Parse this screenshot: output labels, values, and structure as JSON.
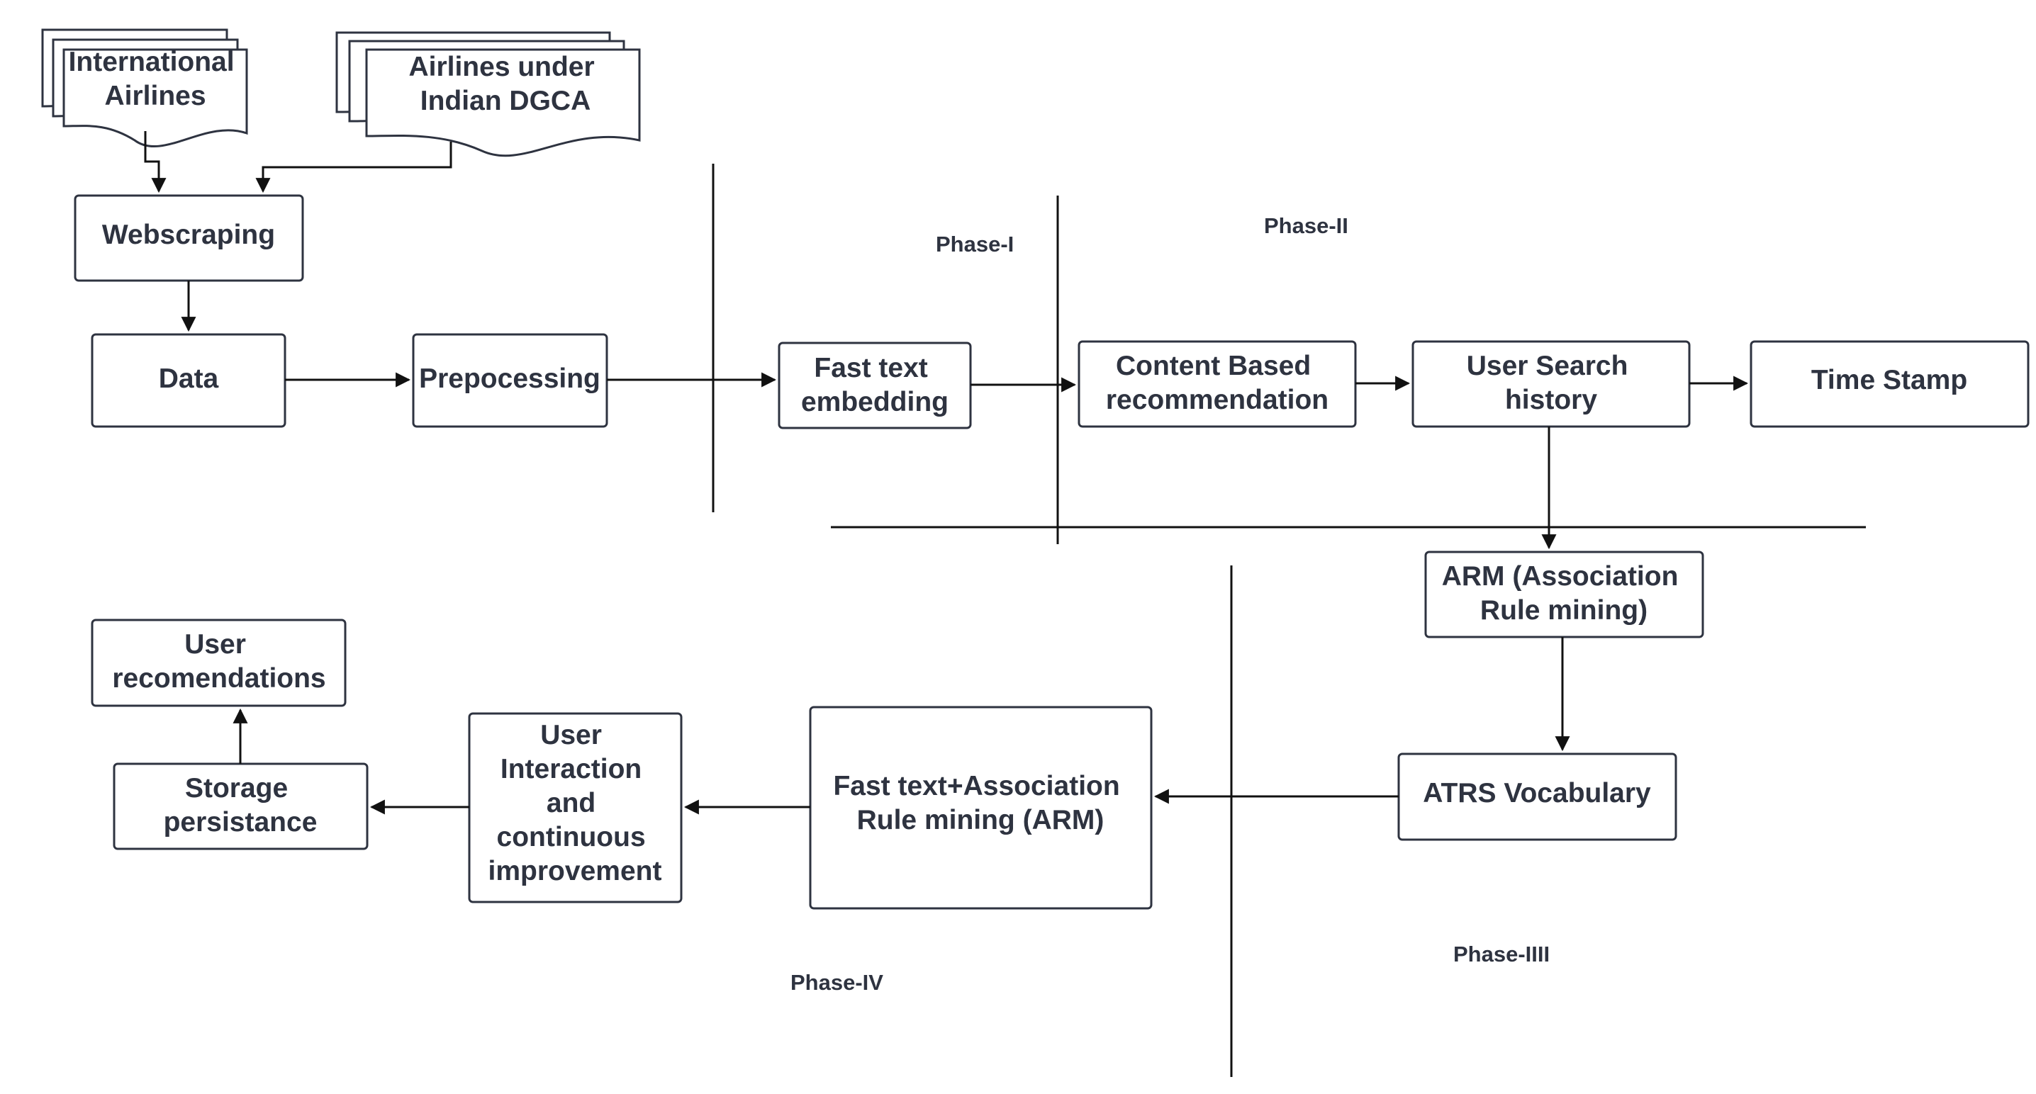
{
  "nodes": {
    "international_airlines": [
      "International",
      "Airlines"
    ],
    "airlines_dgca": [
      "Airlines under",
      "Indian DGCA"
    ],
    "webscraping": [
      "Webscraping"
    ],
    "data": [
      "Data"
    ],
    "preprocessing": [
      "Prepocessing"
    ],
    "fasttext_embedding": [
      "Fast text",
      "embedding"
    ],
    "content_based": [
      "Content Based",
      "recommendation"
    ],
    "user_search_history": [
      "User Search",
      "history"
    ],
    "time_stamp": [
      "Time Stamp"
    ],
    "arm": [
      "ARM (Association",
      "Rule mining)"
    ],
    "atrs_vocabulary": [
      "ATRS Vocabulary"
    ],
    "fasttext_arm": [
      "Fast text+Association",
      "Rule mining (ARM)"
    ],
    "user_interaction": [
      "User",
      "Interaction",
      "and",
      "continuous",
      "improvement"
    ],
    "storage_persistence": [
      "Storage",
      "persistance"
    ],
    "user_recommendations": [
      "User",
      "recomendations"
    ]
  },
  "phases": {
    "phase_1": "Phase-I",
    "phase_2": "Phase-II",
    "phase_3": "Phase-IIII",
    "phase_4": "Phase-IV"
  },
  "colors": {
    "stroke": "#2e3340",
    "text": "#2e3340",
    "line": "#111111",
    "background": "#ffffff"
  }
}
